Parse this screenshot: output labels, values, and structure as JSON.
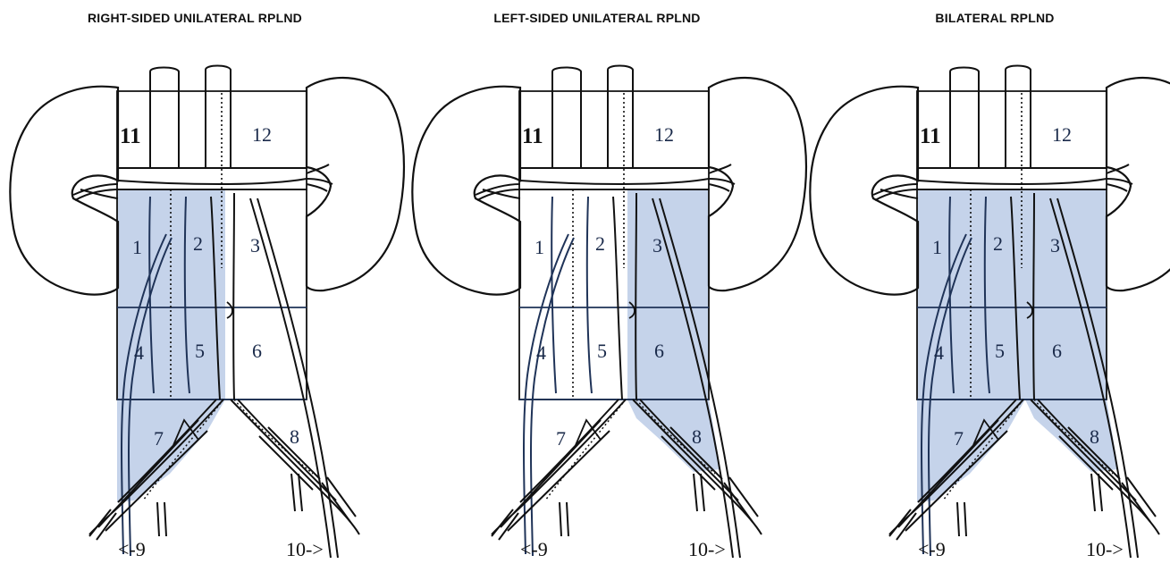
{
  "colors": {
    "shade": "#c5d3ea",
    "ink": "#111111",
    "zone_line": "#1f3358"
  },
  "panels": [
    {
      "title": "RIGHT-SIDED UNILATERAL RPLND",
      "shaded_zones": [
        "1",
        "2",
        "4",
        "5",
        "7"
      ]
    },
    {
      "title": "LEFT-SIDED UNILATERAL RPLND",
      "shaded_zones": [
        "3",
        "6",
        "8"
      ]
    },
    {
      "title": "BILATERAL RPLND",
      "shaded_zones": [
        "1",
        "2",
        "3",
        "4",
        "5",
        "6",
        "7",
        "8"
      ]
    }
  ],
  "zones": {
    "z1": "1",
    "z2": "2",
    "z3": "3",
    "z4": "4",
    "z5": "5",
    "z6": "6",
    "z7": "7",
    "z8": "8",
    "z11": "11",
    "z12": "12"
  },
  "arrows": {
    "left": "<-9",
    "right": "10->"
  }
}
